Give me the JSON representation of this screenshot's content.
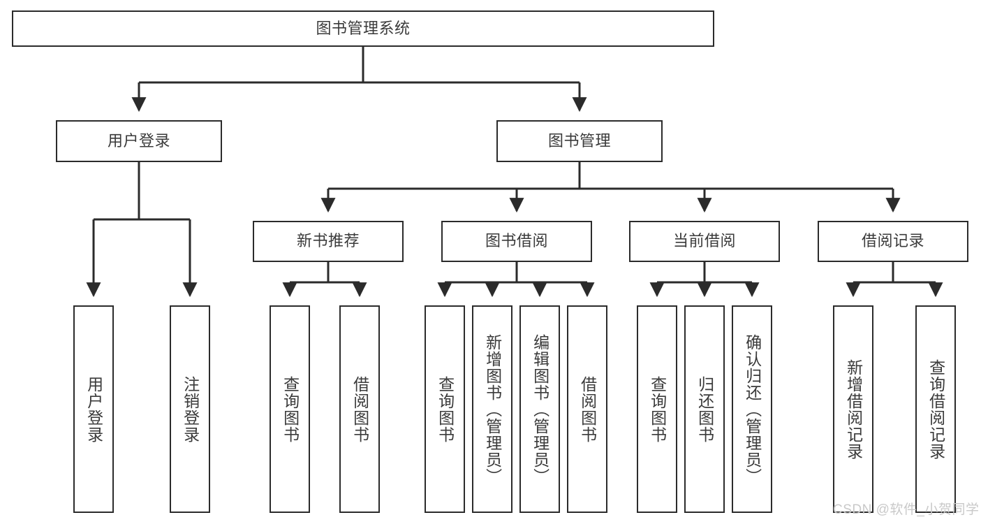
{
  "diagram": {
    "title": "图书管理系统",
    "type": "hierarchy-tree",
    "watermark": "CSDN @软件_小贺同学",
    "colors": {
      "box_border": "#2b2b2b",
      "box_fill": "#ffffff",
      "text": "#3a3a3a",
      "connector": "#2b2b2b",
      "watermark": "#c9c9c9",
      "background": "#ffffff"
    },
    "root": {
      "label": "图书管理系统"
    },
    "level2": [
      {
        "label": "用户登录"
      },
      {
        "label": "图书管理"
      }
    ],
    "level3": [
      {
        "label": "新书推荐"
      },
      {
        "label": "图书借阅"
      },
      {
        "label": "当前借阅"
      },
      {
        "label": "借阅记录"
      }
    ],
    "leaves": {
      "user_login": [
        {
          "label": "用户登录"
        },
        {
          "label": "注销登录"
        }
      ],
      "new_book_recommend": [
        {
          "label": "查询图书"
        },
        {
          "label": "借阅图书"
        }
      ],
      "book_borrow": [
        {
          "label": "查询图书"
        },
        {
          "label": "新增图书（管理员）"
        },
        {
          "label": "编辑图书（管理员）"
        },
        {
          "label": "借阅图书"
        }
      ],
      "current_borrow": [
        {
          "label": "查询图书"
        },
        {
          "label": "归还图书"
        },
        {
          "label": "确认归还（管理员）"
        }
      ],
      "borrow_record": [
        {
          "label": "新增借阅记录"
        },
        {
          "label": "查询借阅记录"
        }
      ]
    }
  }
}
